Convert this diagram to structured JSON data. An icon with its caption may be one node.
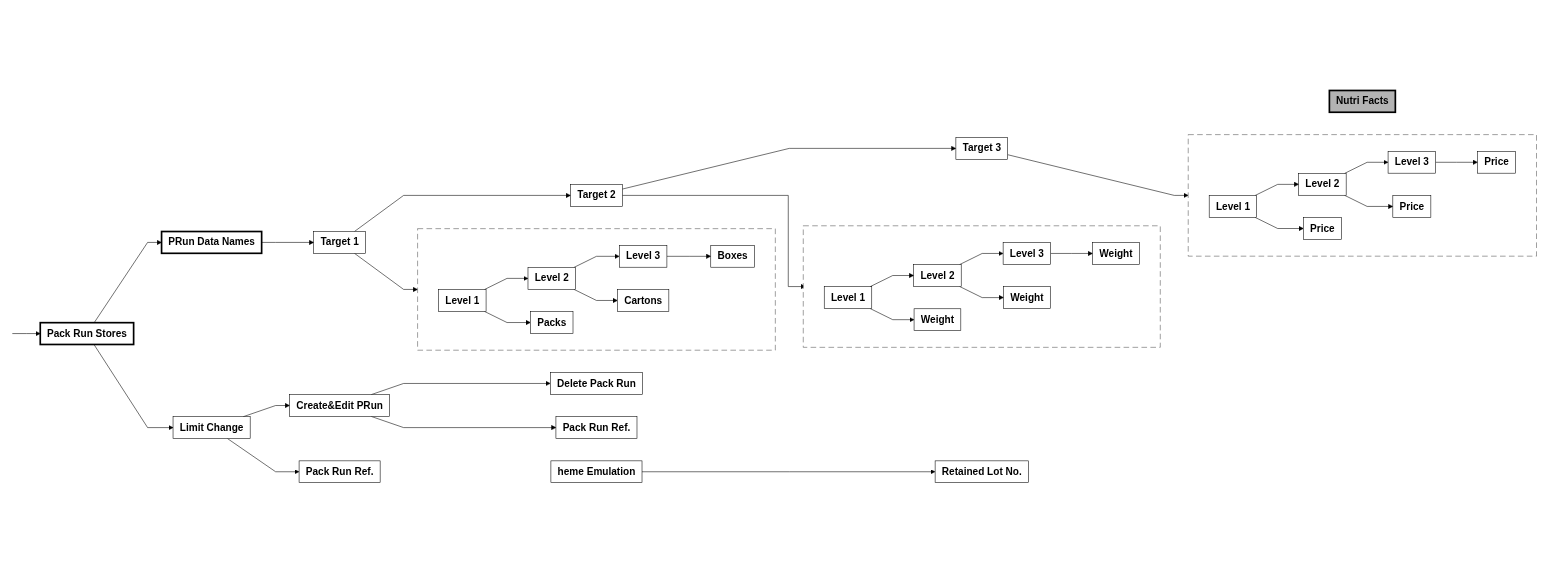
{
  "diagram": {
    "nodes": [
      {
        "text": [
          "Pack Run Stores"
        ]
      },
      {
        "text": [
          "PRun Data Names"
        ]
      },
      {
        "text": [
          "Limit Change"
        ]
      },
      {
        "text": [
          "Create&Edit PRun"
        ]
      },
      {
        "text": [
          "Delete Pack Run"
        ]
      },
      {
        "text": [
          "Pack Run Ref."
        ]
      },
      {
        "text": [
          "Pack Run Ref."
        ]
      },
      {
        "text": [
          "Target 1"
        ]
      },
      {
        "text": [
          "Target 2"
        ]
      },
      {
        "text": [
          "Target 3"
        ]
      },
      {
        "text": [],
        "shape": "box"
      },
      {
        "text": [
          "Level 1"
        ],
        "in": 10
      },
      {
        "text": [
          "Level 2"
        ],
        "in": 10
      },
      {
        "text": [
          "Level 3"
        ],
        "in": 10
      },
      {
        "text": [
          "Weight"
        ],
        "in": 10
      },
      {
        "text": [
          "Weight"
        ],
        "in": 10
      },
      {
        "text": [
          "Weight"
        ],
        "in": 10
      },
      {
        "text": [
          "heme Emulation"
        ]
      },
      {
        "text": [
          "Retained Lot No."
        ]
      },
      {
        "text": [],
        "shape": "box"
      },
      {
        "text": [
          "Level 1"
        ],
        "in": 19
      },
      {
        "text": [
          "Level 2"
        ],
        "in": 19
      },
      {
        "text": [
          "Level 3"
        ],
        "in": 19
      },
      {
        "text": [
          "Price"
        ],
        "in": 19
      },
      {
        "text": [
          "Price"
        ],
        "in": 19
      },
      {
        "text": [
          "Price"
        ],
        "in": 19
      },
      {
        "text": [],
        "shape": "box"
      },
      {
        "text": [
          "Level 1"
        ],
        "in": 26
      },
      {
        "text": [
          "Level 2"
        ],
        "in": 26
      },
      {
        "text": [
          "Level 3"
        ],
        "in": 26
      },
      {
        "text": [
          "Packs"
        ],
        "in": 26
      },
      {
        "text": [
          "Cartons"
        ],
        "in": 26
      },
      {
        "text": [
          "Boxes"
        ],
        "in": 26
      },
      {
        "text": [
          "Nutri Facts"
        ]
      }
    ],
    "edges": [
      {
        "from": null,
        "to": 0,
        "arrow": "to"
      },
      {
        "from": 0,
        "to": 1,
        "arrow": "to"
      },
      {
        "from": 0,
        "to": 2,
        "arrow": "to"
      },
      {
        "from": 1,
        "to": 7,
        "arrow": "to"
      },
      {
        "from": 2,
        "to": 3,
        "arrow": "to"
      },
      {
        "from": 3,
        "to": 4,
        "arrow": "to"
      },
      {
        "from": 2,
        "to": 5,
        "arrow": "to"
      },
      {
        "from": 3,
        "to": 6,
        "arrow": "to"
      },
      {
        "from": 7,
        "to": 8,
        "arrow": "to"
      },
      {
        "from": 8,
        "to": 9,
        "arrow": "to"
      },
      {
        "from": 8,
        "to": 10,
        "arrow": "to"
      },
      {
        "from": 11,
        "to": 12,
        "arrow": "to"
      },
      {
        "from": 12,
        "to": 13,
        "arrow": "to"
      },
      {
        "from": 11,
        "to": 14,
        "arrow": "to"
      },
      {
        "from": 12,
        "to": 15,
        "arrow": "to"
      },
      {
        "from": 13,
        "to": 16,
        "arrow": "to"
      },
      {
        "from": 17,
        "to": 18,
        "arrow": "to"
      },
      {
        "from": 9,
        "to": 19,
        "arrow": "to"
      },
      {
        "from": 20,
        "to": 21,
        "arrow": "to"
      },
      {
        "from": 21,
        "to": 22,
        "arrow": "to"
      },
      {
        "from": 20,
        "to": 23,
        "arrow": "to"
      },
      {
        "from": 21,
        "to": 24,
        "arrow": "to"
      },
      {
        "from": 22,
        "to": 25,
        "arrow": "to"
      },
      {
        "from": 7,
        "to": 26,
        "arrow": "to"
      },
      {
        "from": 27,
        "to": 28,
        "arrow": "to"
      },
      {
        "from": 28,
        "to": 29,
        "arrow": "to"
      },
      {
        "from": 27,
        "to": 30,
        "arrow": "to"
      },
      {
        "from": 28,
        "to": 31,
        "arrow": "to"
      },
      {
        "from": 29,
        "to": 32,
        "arrow": "to"
      }
    ]
  }
}
